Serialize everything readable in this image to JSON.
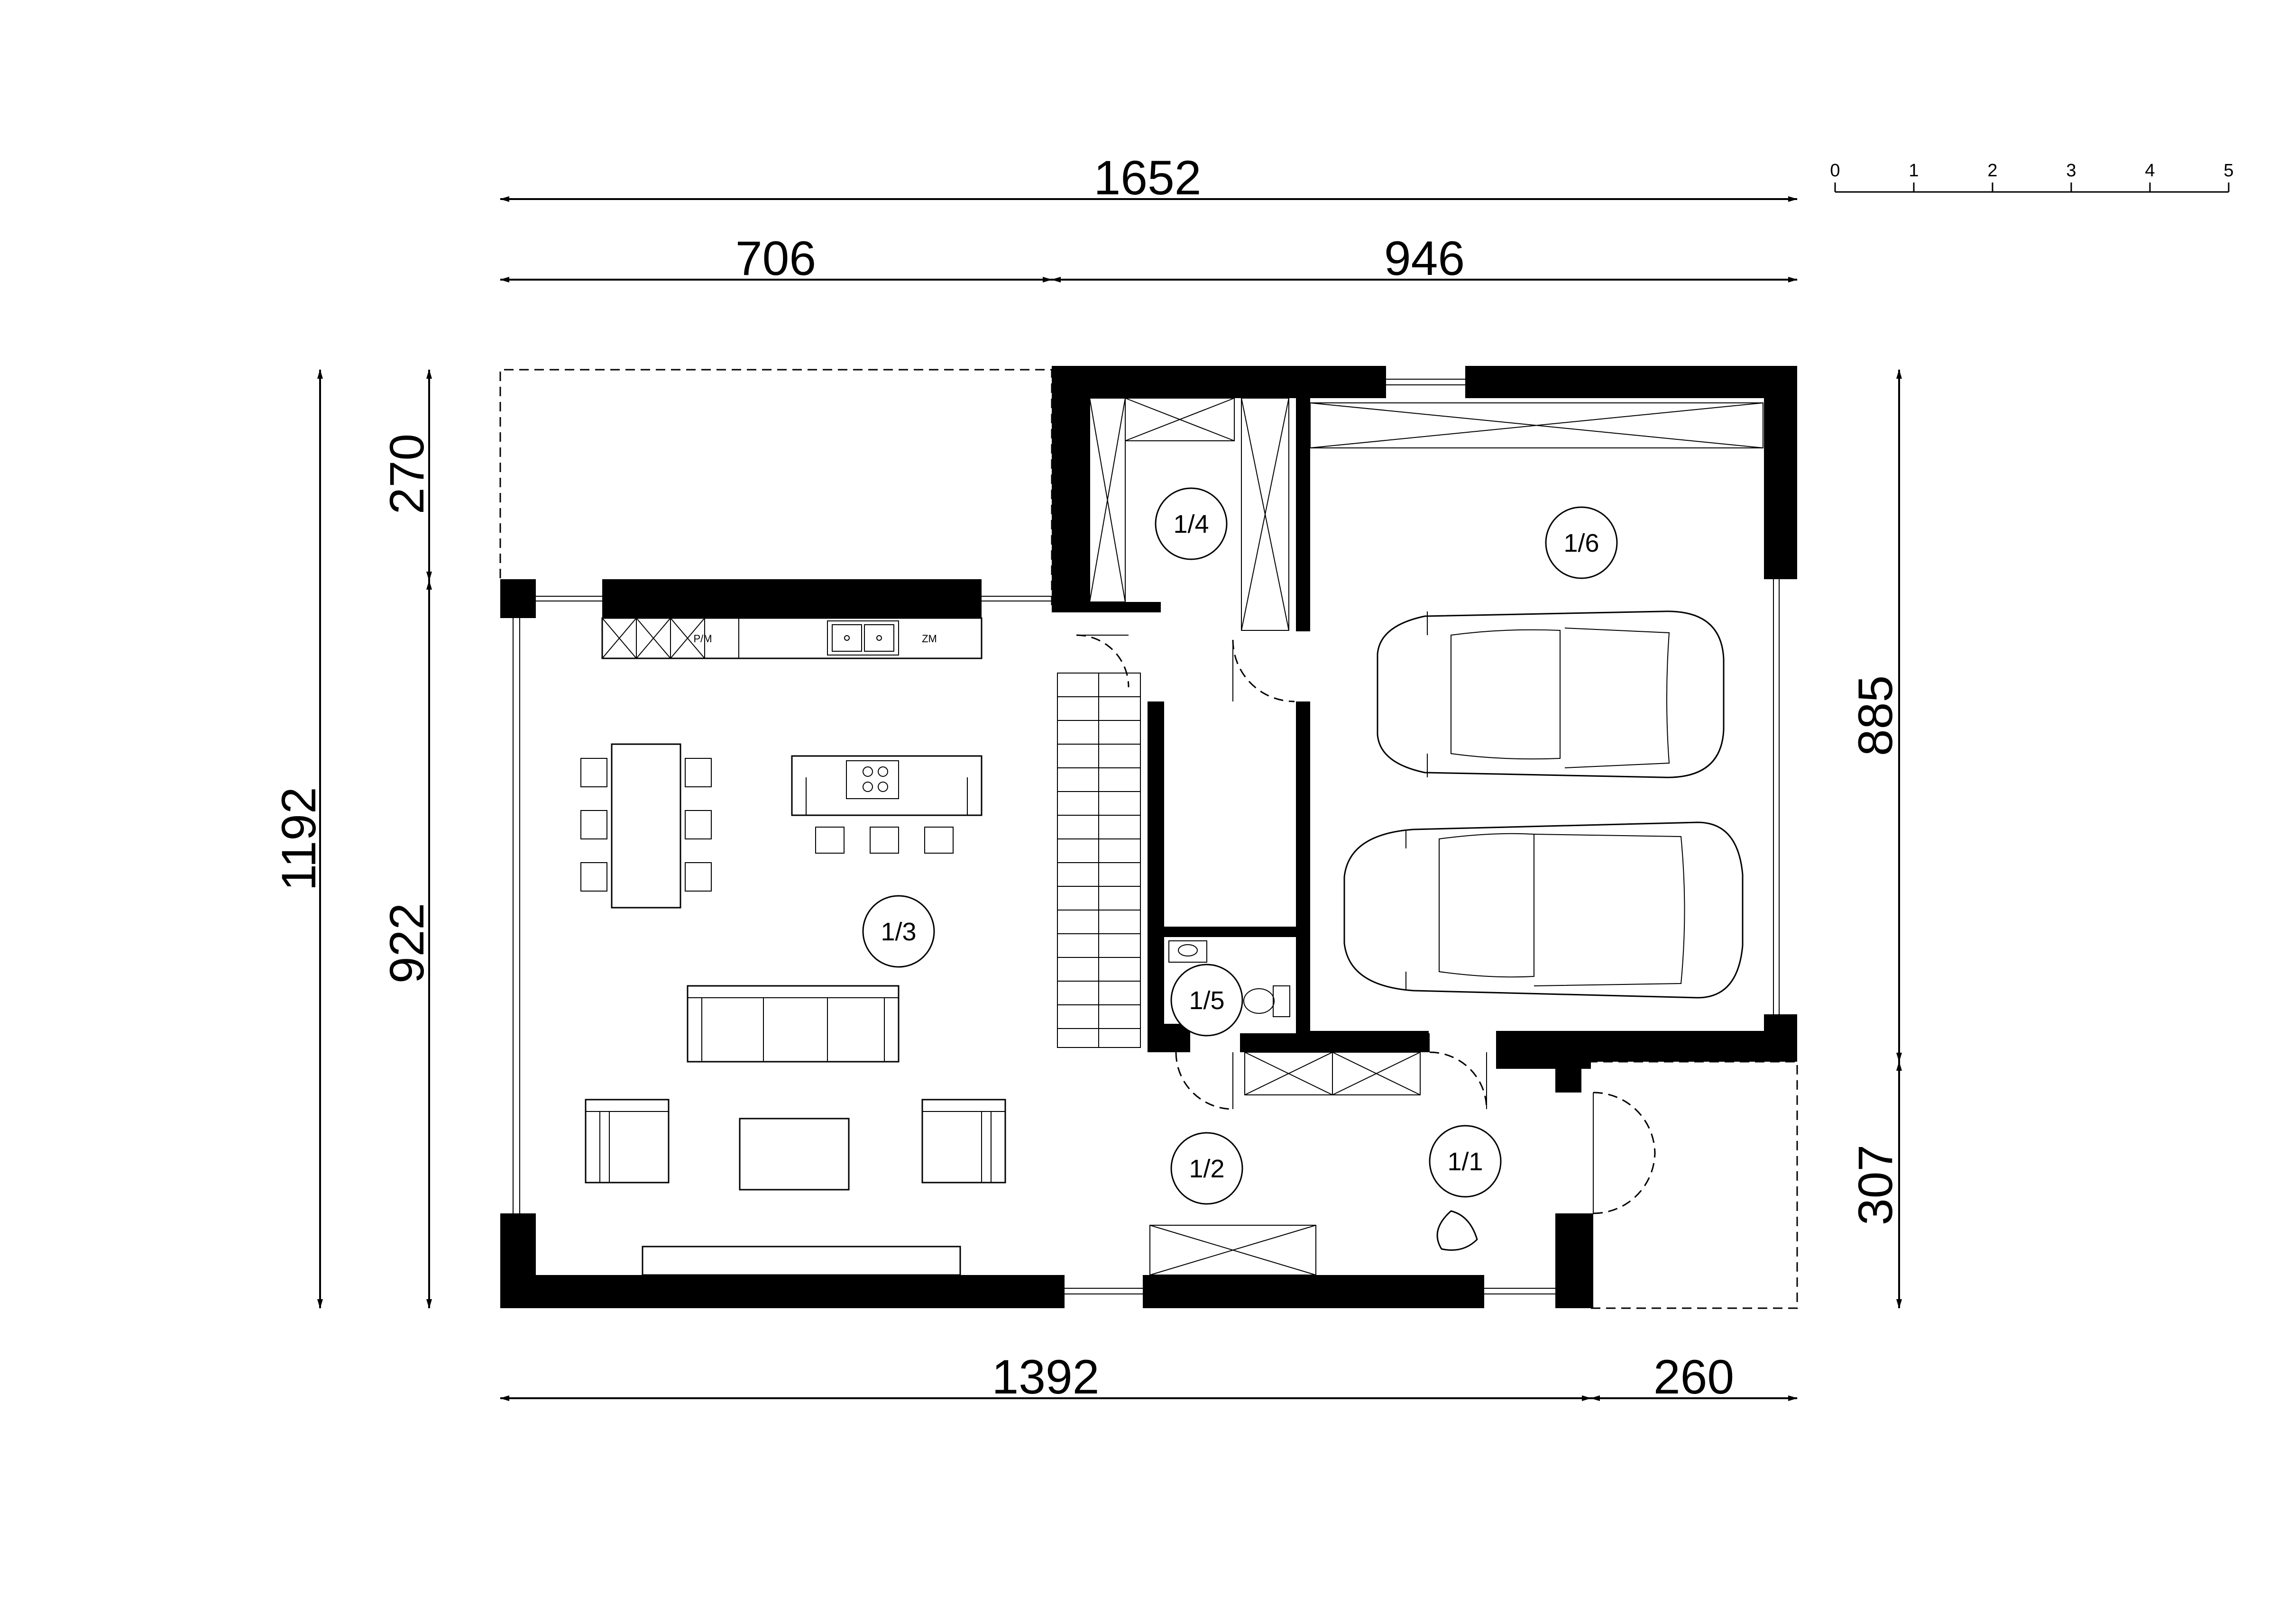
{
  "dimensions": {
    "top_total": "1652",
    "top_left": "706",
    "top_right": "946",
    "bottom_left": "1392",
    "bottom_right": "260",
    "left_total": "1192",
    "left_upper": "270",
    "left_lower": "922",
    "right_upper": "885",
    "right_lower": "307"
  },
  "scale_bar": {
    "ticks": [
      "0",
      "1",
      "2",
      "3",
      "4",
      "5"
    ]
  },
  "rooms": [
    {
      "id": "1/1",
      "label": "1/1"
    },
    {
      "id": "1/2",
      "label": "1/2"
    },
    {
      "id": "1/3",
      "label": "1/3"
    },
    {
      "id": "1/4",
      "label": "1/4"
    },
    {
      "id": "1/5",
      "label": "1/5"
    },
    {
      "id": "1/6",
      "label": "1/6"
    }
  ],
  "appliance_labels": {
    "dishwasher": "P/M",
    "fridge": "ZM"
  }
}
